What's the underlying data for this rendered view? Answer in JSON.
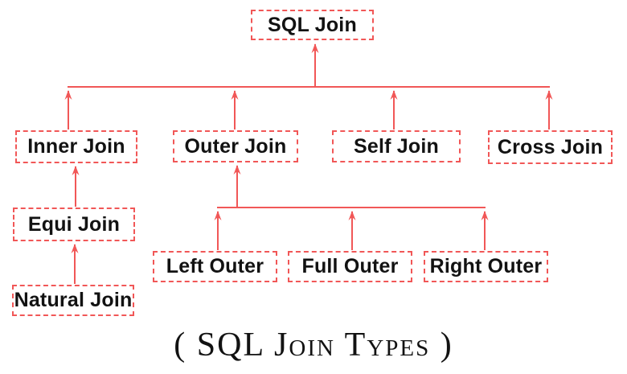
{
  "diagram": {
    "caption": "( SQL Join Types )",
    "colors": {
      "accent": "#f15757",
      "text": "#121212",
      "background": "#ffffff"
    },
    "nodes": [
      {
        "id": "sql-join",
        "label": "SQL Join"
      },
      {
        "id": "inner-join",
        "label": "Inner Join"
      },
      {
        "id": "outer-join",
        "label": "Outer Join"
      },
      {
        "id": "self-join",
        "label": "Self Join"
      },
      {
        "id": "cross-join",
        "label": "Cross Join"
      },
      {
        "id": "equi-join",
        "label": "Equi Join"
      },
      {
        "id": "natural-join",
        "label": "Natural Join"
      },
      {
        "id": "left-outer",
        "label": "Left Outer"
      },
      {
        "id": "full-outer",
        "label": "Full Outer"
      },
      {
        "id": "right-outer",
        "label": "Right Outer"
      }
    ],
    "edges": [
      {
        "from": "inner-join",
        "to": "sql-join"
      },
      {
        "from": "outer-join",
        "to": "sql-join"
      },
      {
        "from": "self-join",
        "to": "sql-join"
      },
      {
        "from": "cross-join",
        "to": "sql-join"
      },
      {
        "from": "equi-join",
        "to": "inner-join"
      },
      {
        "from": "natural-join",
        "to": "equi-join"
      },
      {
        "from": "left-outer",
        "to": "outer-join"
      },
      {
        "from": "full-outer",
        "to": "outer-join"
      },
      {
        "from": "right-outer",
        "to": "outer-join"
      }
    ]
  }
}
